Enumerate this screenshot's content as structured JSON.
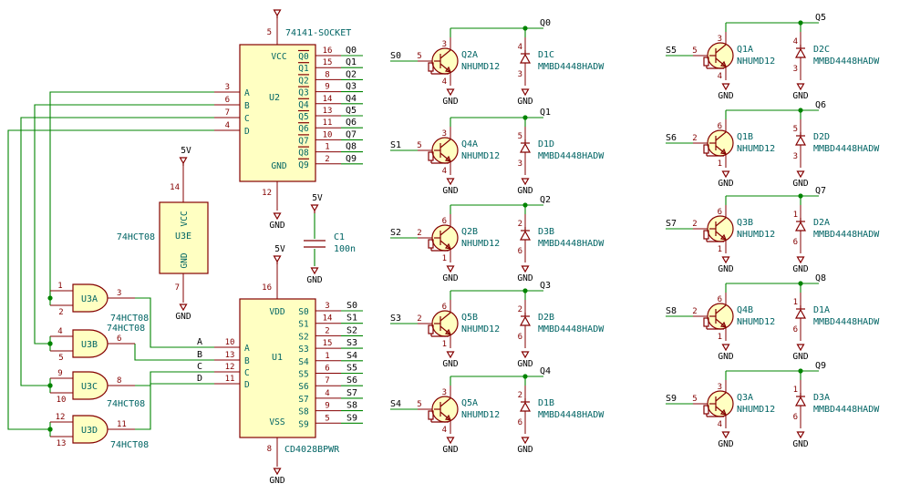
{
  "u2": {
    "ref": "U2",
    "name": "74141-SOCKET",
    "in_pins": [
      {
        "num": "3",
        "name": "A"
      },
      {
        "num": "6",
        "name": "B"
      },
      {
        "num": "7",
        "name": "C"
      },
      {
        "num": "4",
        "name": "D"
      }
    ],
    "out_pins": [
      {
        "num": "16",
        "name": "Q0"
      },
      {
        "num": "15",
        "name": "Q1"
      },
      {
        "num": "8",
        "name": "Q2"
      },
      {
        "num": "9",
        "name": "Q3"
      },
      {
        "num": "14",
        "name": "Q4"
      },
      {
        "num": "13",
        "name": "Q5"
      },
      {
        "num": "11",
        "name": "Q6"
      },
      {
        "num": "10",
        "name": "Q7"
      },
      {
        "num": "1",
        "name": "Q8"
      },
      {
        "num": "2",
        "name": "Q9"
      }
    ],
    "out_nets": [
      "Q0",
      "Q1",
      "Q2",
      "Q3",
      "Q4",
      "Q5",
      "Q6",
      "Q7",
      "Q8",
      "Q9"
    ],
    "vcc_name": "VCC",
    "vcc_pin": "5",
    "gnd_name": "GND",
    "gnd_pin": "12"
  },
  "u1": {
    "ref": "U1",
    "name": "CD4028BPWR",
    "in_pins": [
      {
        "num": "10",
        "name": "A"
      },
      {
        "num": "13",
        "name": "B"
      },
      {
        "num": "12",
        "name": "C"
      },
      {
        "num": "11",
        "name": "D"
      }
    ],
    "in_nets": [
      "A",
      "B",
      "C",
      "D"
    ],
    "out_pins": [
      {
        "num": "3",
        "name": "S0"
      },
      {
        "num": "14",
        "name": "S1"
      },
      {
        "num": "2",
        "name": "S2"
      },
      {
        "num": "15",
        "name": "S3"
      },
      {
        "num": "1",
        "name": "S4"
      },
      {
        "num": "6",
        "name": "S5"
      },
      {
        "num": "7",
        "name": "S6"
      },
      {
        "num": "4",
        "name": "S7"
      },
      {
        "num": "9",
        "name": "S8"
      },
      {
        "num": "5",
        "name": "S9"
      }
    ],
    "out_nets": [
      "S0",
      "S1",
      "S2",
      "S3",
      "S4",
      "S5",
      "S6",
      "S7",
      "S8",
      "S9"
    ],
    "vdd_name": "VDD",
    "vdd_pin": "16",
    "vss_name": "VSS",
    "vss_pin": "8"
  },
  "u3e": {
    "ref": "U3E",
    "vcc_name": "VCC",
    "gnd_name": "GND",
    "vcc_pin": "14",
    "gnd_pin": "7",
    "part": "74HCT08"
  },
  "gates": [
    {
      "ref": "U3A",
      "in1": "1",
      "in2": "2",
      "out": "3",
      "part": "74HCT08"
    },
    {
      "ref": "U3B",
      "in1": "4",
      "in2": "5",
      "out": "6",
      "part": "74HCT08"
    },
    {
      "ref": "U3C",
      "in1": "9",
      "in2": "10",
      "out": "8",
      "part": "74HCT08"
    },
    {
      "ref": "U3D",
      "in1": "12",
      "in2": "13",
      "out": "11",
      "part": "74HCT08"
    }
  ],
  "c1": {
    "ref": "C1",
    "value": "100n"
  },
  "power": {
    "v5": "5V",
    "gnd": "GND"
  },
  "drivers_left": [
    {
      "signal": "S0",
      "qnet": "Q0",
      "q_ref": "Q2A",
      "q_part": "NHUMD12",
      "d_ref": "D1C",
      "d_part": "MMBD4448HADW",
      "pb": "5",
      "pc": "3",
      "pe": "4",
      "da": "4",
      "dk": "3"
    },
    {
      "signal": "S1",
      "qnet": "Q1",
      "q_ref": "Q4A",
      "q_part": "NHUMD12",
      "d_ref": "D1D",
      "d_part": "MMBD4448HADW",
      "pb": "5",
      "pc": "3",
      "pe": "4",
      "da": "5",
      "dk": "3"
    },
    {
      "signal": "S2",
      "qnet": "Q2",
      "q_ref": "Q2B",
      "q_part": "NHUMD12",
      "d_ref": "D3B",
      "d_part": "MMBD4448HADW",
      "pb": "2",
      "pc": "6",
      "pe": "1",
      "da": "2",
      "dk": "6"
    },
    {
      "signal": "S3",
      "qnet": "Q3",
      "q_ref": "Q5B",
      "q_part": "NHUMD12",
      "d_ref": "D2B",
      "d_part": "MMBD4448HADW",
      "pb": "2",
      "pc": "6",
      "pe": "1",
      "da": "2",
      "dk": "6"
    },
    {
      "signal": "S4",
      "qnet": "Q4",
      "q_ref": "Q5A",
      "q_part": "NHUMD12",
      "d_ref": "D1B",
      "d_part": "MMBD4448HADW",
      "pb": "5",
      "pc": "3",
      "pe": "4",
      "da": "2",
      "dk": "6"
    }
  ],
  "drivers_right": [
    {
      "signal": "S5",
      "qnet": "Q5",
      "q_ref": "Q1A",
      "q_part": "NHUMD12",
      "d_ref": "D2C",
      "d_part": "MMBD4448HADW",
      "pb": "5",
      "pc": "3",
      "pe": "4",
      "da": "4",
      "dk": "3"
    },
    {
      "signal": "S6",
      "qnet": "Q6",
      "q_ref": "Q1B",
      "q_part": "NHUMD12",
      "d_ref": "D2D",
      "d_part": "MMBD4448HADW",
      "pb": "2",
      "pc": "6",
      "pe": "1",
      "da": "5",
      "dk": "3"
    },
    {
      "signal": "S7",
      "qnet": "Q7",
      "q_ref": "Q3B",
      "q_part": "NHUMD12",
      "d_ref": "D2A",
      "d_part": "MMBD4448HADW",
      "pb": "2",
      "pc": "6",
      "pe": "1",
      "da": "1",
      "dk": "6"
    },
    {
      "signal": "S8",
      "qnet": "Q8",
      "q_ref": "Q4B",
      "q_part": "NHUMD12",
      "d_ref": "D1A",
      "d_part": "MMBD4448HADW",
      "pb": "2",
      "pc": "6",
      "pe": "1",
      "da": "1",
      "dk": "6"
    },
    {
      "signal": "S9",
      "qnet": "Q9",
      "q_ref": "Q3A",
      "q_part": "NHUMD12",
      "d_ref": "D3A",
      "d_part": "MMBD4448HADW",
      "pb": "5",
      "pc": "3",
      "pe": "4",
      "da": "1",
      "dk": "6"
    }
  ]
}
